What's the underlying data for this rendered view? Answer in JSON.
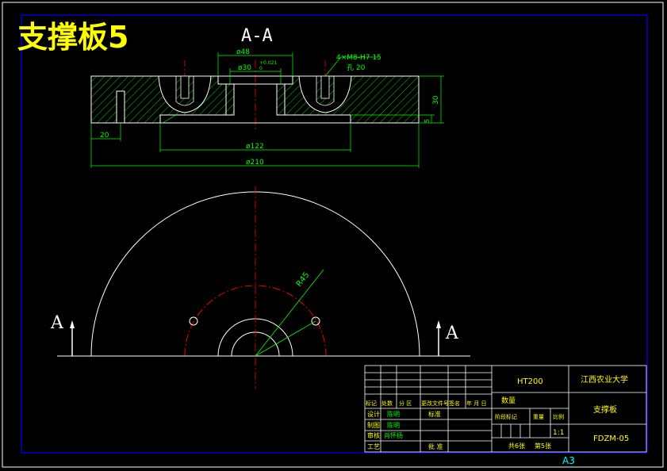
{
  "title": "支撑板5",
  "section_label": "A-A",
  "section_marker": "A",
  "sheet_size": "A3",
  "dimensions": {
    "top_dia": "ø48",
    "bore_dia": "ø30",
    "bore_tol_upper": "+0.021",
    "bore_tol_lower": "0",
    "thread_note_1": "4×M8-H7 15",
    "thread_note_2": "孔 20",
    "height": "30",
    "recess_depth": "5",
    "offset": "20",
    "recess_dia": "ø122",
    "outer_dia": "ø210",
    "radius": "R45"
  },
  "title_block": {
    "material": "HT200",
    "school": "江西农业大学",
    "part_name": "支撑板",
    "drawing_no": "FDZM-05",
    "scale": "1:1",
    "scale_label": "比例",
    "quantity_label": "数量",
    "weight_label": "重量",
    "stage_label": "阶段标记",
    "sheets_total": "共6张",
    "sheet_no": "第5张",
    "rev_headers": [
      "标记",
      "处数",
      "分 区",
      "更改文件号",
      "签名",
      "年 月 日"
    ],
    "roles": [
      {
        "role": "设计",
        "name": "陈明",
        "extra": "标准"
      },
      {
        "role": "制图",
        "name": "陈明",
        "extra": ""
      },
      {
        "role": "审核",
        "name": "肖怀扬",
        "extra": ""
      },
      {
        "role": "工艺",
        "name": "",
        "extra": "批 准"
      }
    ]
  },
  "colors": {
    "frame": "#0000ff",
    "hatch": "#00ff00",
    "outline": "#ffffff",
    "centerline": "#ff0000",
    "title_text": "#ffff00",
    "dim_text": "#00ff00"
  }
}
